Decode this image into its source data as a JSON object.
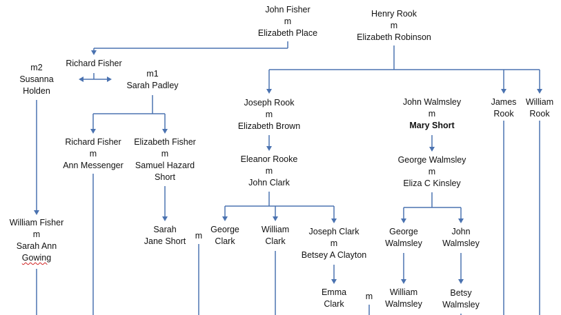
{
  "line_color": "#4a72b0",
  "nodes": {
    "john_fisher": {
      "lines": [
        "John Fisher",
        "m",
        "Elizabeth Place"
      ]
    },
    "henry_rook": {
      "lines": [
        "Henry Rook",
        "m",
        "Elizabeth Robinson"
      ]
    },
    "richard_fisher_sr": {
      "lines": [
        "Richard Fisher"
      ]
    },
    "susanna_holden": {
      "lines": [
        "m2",
        "Susanna",
        "Holden"
      ]
    },
    "sarah_padley": {
      "lines": [
        "m1",
        "Sarah Padley"
      ]
    },
    "joseph_rook": {
      "lines": [
        "Joseph Rook",
        "m",
        "Elizabeth Brown"
      ]
    },
    "john_walmsley": {
      "lines": [
        "John Walmsley",
        "m"
      ],
      "bold_line": "Mary Short"
    },
    "james_rook": {
      "lines": [
        "James",
        "Rook"
      ]
    },
    "william_rook": {
      "lines": [
        "William",
        "Rook"
      ]
    },
    "richard_fisher_jr": {
      "lines": [
        "Richard Fisher",
        "m",
        "Ann Messenger"
      ]
    },
    "elizabeth_fisher": {
      "lines": [
        "Elizabeth Fisher",
        "m",
        "Samuel Hazard",
        "Short"
      ]
    },
    "eleanor_rooke": {
      "lines": [
        "Eleanor Rooke",
        "m",
        "John Clark"
      ]
    },
    "george_walmsley_sr": {
      "lines": [
        "George Walmsley",
        "m",
        "Eliza C Kinsley"
      ]
    },
    "william_fisher": {
      "lines": [
        "William Fisher",
        "m",
        "Sarah Ann"
      ],
      "squiggle_line": "Gowing"
    },
    "sarah_jane_short": {
      "lines": [
        "Sarah",
        "Jane Short"
      ]
    },
    "m_sarah": {
      "lines": [
        "m"
      ]
    },
    "george_clark": {
      "lines": [
        "George",
        "Clark"
      ]
    },
    "william_clark": {
      "lines": [
        "William",
        "Clark"
      ]
    },
    "joseph_clark": {
      "lines": [
        "Joseph Clark",
        "m",
        "Betsey A Clayton"
      ]
    },
    "george_walmsley_jr": {
      "lines": [
        "George",
        "Walmsley"
      ]
    },
    "john_walmsley_jr": {
      "lines": [
        "John",
        "Walmsley"
      ]
    },
    "emma_clark": {
      "lines": [
        "Emma",
        "Clark"
      ]
    },
    "m_emma": {
      "lines": [
        "m"
      ]
    },
    "william_walmsley": {
      "lines": [
        "William",
        "Walmsley"
      ]
    },
    "betsy_walmsley": {
      "lines": [
        "Betsy",
        "Walmsley"
      ]
    }
  }
}
